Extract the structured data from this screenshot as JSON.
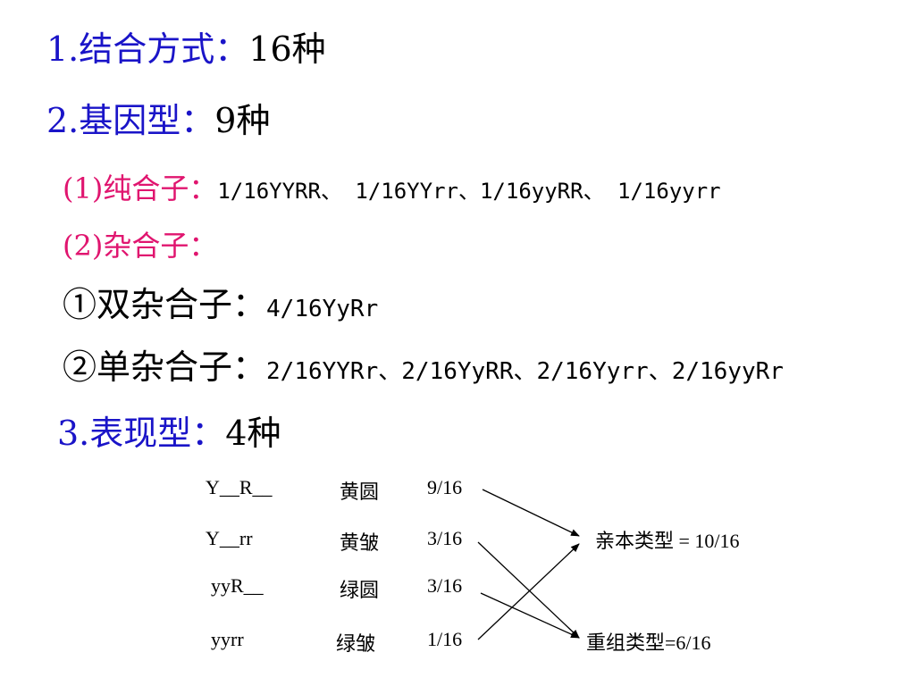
{
  "heading1": {
    "label": "1.结合方式：",
    "value": "16种"
  },
  "heading2": {
    "label": "2.基因型：",
    "value": "9种"
  },
  "pure": {
    "label": "(1)纯合子：",
    "value": "1/16YYRR、 1/16YYrr、1/16yyRR、 1/16yyrr"
  },
  "hetero": {
    "label": "(2)杂合子："
  },
  "double_hetero": {
    "label": "①双杂合子：",
    "value": "4/16YyRr"
  },
  "single_hetero": {
    "label": "②单杂合子：",
    "value": "2/16YYRr、2/16YyRR、2/16Yyrr、2/16yyRr"
  },
  "heading3": {
    "label": "3.表现型：",
    "value": "4种"
  },
  "table": {
    "rows": [
      {
        "genotype": "Y__R__",
        "phenotype": "黄圆",
        "ratio": "9/16"
      },
      {
        "genotype": "Y__rr",
        "phenotype": "黄皱",
        "ratio": "3/16"
      },
      {
        "genotype": "yyR__",
        "phenotype": "绿圆",
        "ratio": "3/16"
      },
      {
        "genotype": "yyrr",
        "phenotype": "绿皱",
        "ratio": "1/16"
      }
    ]
  },
  "results": {
    "parental": "亲本类型 = 10/16",
    "recombinant": "重组类型=6/16"
  }
}
